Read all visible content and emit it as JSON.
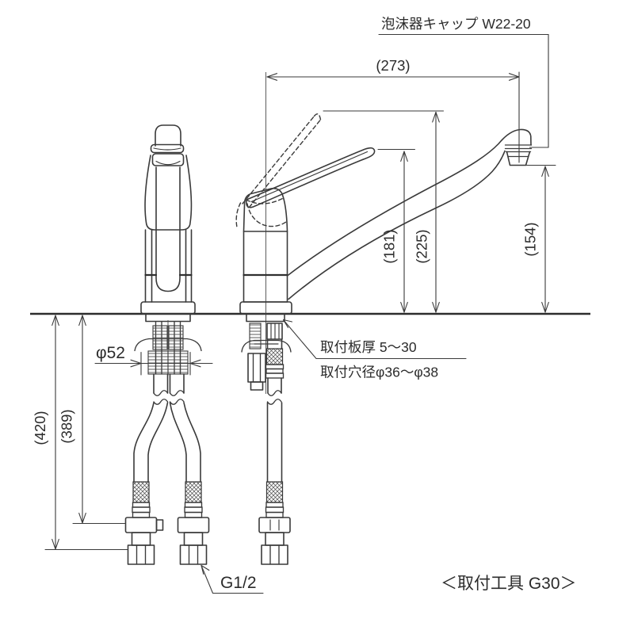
{
  "drawing": {
    "kind": "faucet installation technical drawing",
    "labels": {
      "aerator_cap": "泡沫器キャップ W22-20",
      "mount_thickness": "取付板厚 5～30",
      "mount_hole_dia": "取付穴径φ36～φ38",
      "thread_size": "G1/2",
      "tool_note": "＜取付工具 G30＞"
    },
    "dimensions": {
      "spout_reach": "(273)",
      "handle_height": "(181)",
      "handle_up_height": "(225)",
      "spout_outlet_height": "(154)",
      "hose_length_long": "(420)",
      "hose_length_short": "(389)",
      "base_diameter": "φ52"
    },
    "colors": {
      "line": "#3a3a3a",
      "text": "#2b2b2b",
      "background": "#ffffff"
    }
  }
}
